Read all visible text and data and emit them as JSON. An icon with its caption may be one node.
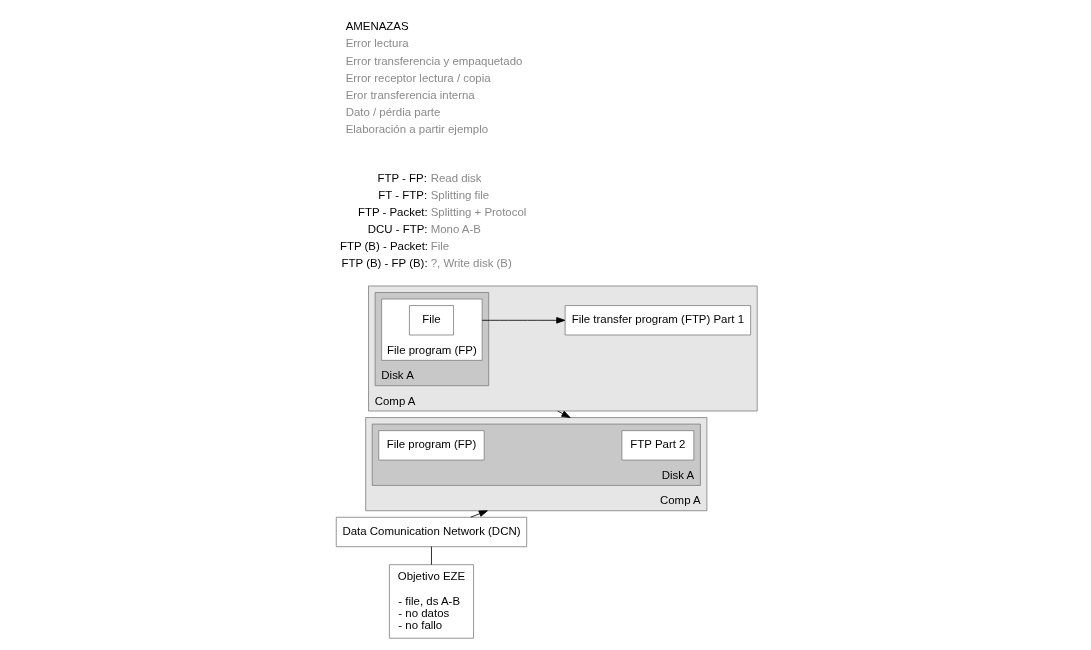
{
  "diagram": {
    "nodes": [
      {
        "text": [
          "Comp A"
        ]
      },
      {
        "text": [
          "Disk A"
        ],
        "in": 0
      },
      {
        "text": [
          "File program (FP)"
        ],
        "in": 1
      },
      {
        "text": [
          "File"
        ],
        "in": 2
      },
      {
        "text": [
          "File transfer program (FTP) Part 1"
        ],
        "in": 0
      },
      {
        "text": [
          "Data Comunication Network (DCN)"
        ]
      },
      {
        "text": [
          "Objetivo EZE",
          "- file, ds A-B",
          "- no datos",
          "- no fallo"
        ]
      },
      {
        "text": [
          "Comp A"
        ]
      },
      {
        "text": [
          "Disk A"
        ],
        "in": 7
      },
      {
        "text": [
          "FTP Part 2"
        ],
        "in": 8
      },
      {
        "text": [
          "File program (FP)"
        ],
        "in": 8
      }
    ],
    "edges": [
      {
        "from": 2,
        "to": 4,
        "arrow": "to"
      },
      {
        "from": 0,
        "to": 7,
        "arrow": "to"
      },
      {
        "from": 5,
        "to": 7,
        "arrow": "to"
      },
      {
        "from": 5,
        "to": 6,
        "arrow": "none"
      }
    ],
    "labels": [
      "FTP - FP:",
      "Read disk",
      "FT - FTP:",
      "Splitting file",
      "FTP - Packet:",
      "Splitting + Protocol",
      "DCU - FTP:",
      "Mono A-B",
      "FTP (B) - Packet:",
      "File",
      "FTP (B) - FP (B):",
      "?, Write disk (B)",
      "AMENAZAS",
      "Error lectura",
      "Error transferencia y empaquetado",
      "Error receptor lectura / copia",
      "Eror transferencia interna",
      "Dato / pérdia parte",
      "Elaboración a partir ejemplo"
    ]
  }
}
